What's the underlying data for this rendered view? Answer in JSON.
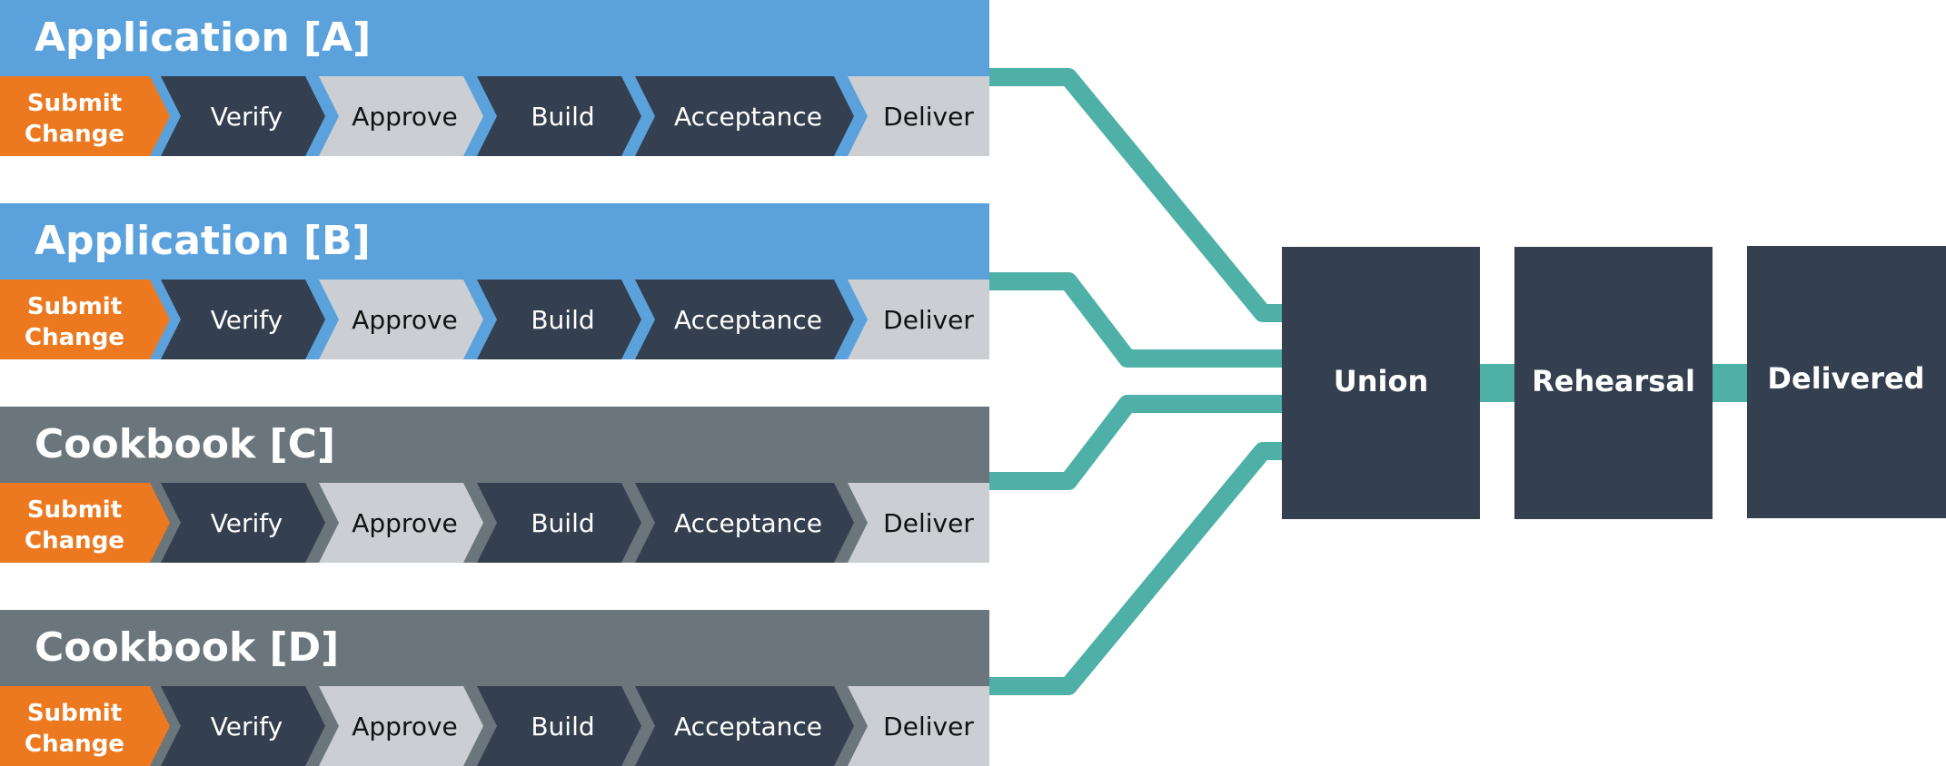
{
  "colors": {
    "application_header": "#5ba2dc",
    "cookbook_header": "#6b757c",
    "dark_stage": "#343f4f",
    "light_stage": "#cbcfd3",
    "submit": "#ec7920",
    "connector": "#4eb0a6",
    "dark_text": "#111111",
    "light_text": "#ffffff"
  },
  "pipelines": [
    {
      "title": "Application [A]",
      "kind": "application",
      "submit": [
        "Submit",
        "Change"
      ],
      "stages": [
        "Verify",
        "Approve",
        "Build",
        "Acceptance",
        "Deliver"
      ]
    },
    {
      "title": "Application [B]",
      "kind": "application",
      "submit": [
        "Submit",
        "Change"
      ],
      "stages": [
        "Verify",
        "Approve",
        "Build",
        "Acceptance",
        "Deliver"
      ]
    },
    {
      "title": "Cookbook [C]",
      "kind": "cookbook",
      "submit": [
        "Submit",
        "Change"
      ],
      "stages": [
        "Verify",
        "Approve",
        "Build",
        "Acceptance",
        "Deliver"
      ]
    },
    {
      "title": "Cookbook [D]",
      "kind": "cookbook",
      "submit": [
        "Submit",
        "Change"
      ],
      "stages": [
        "Verify",
        "Approve",
        "Build",
        "Acceptance",
        "Deliver"
      ]
    }
  ],
  "shared": {
    "union": "Union",
    "rehearsal": "Rehearsal",
    "delivered": "Delivered"
  }
}
